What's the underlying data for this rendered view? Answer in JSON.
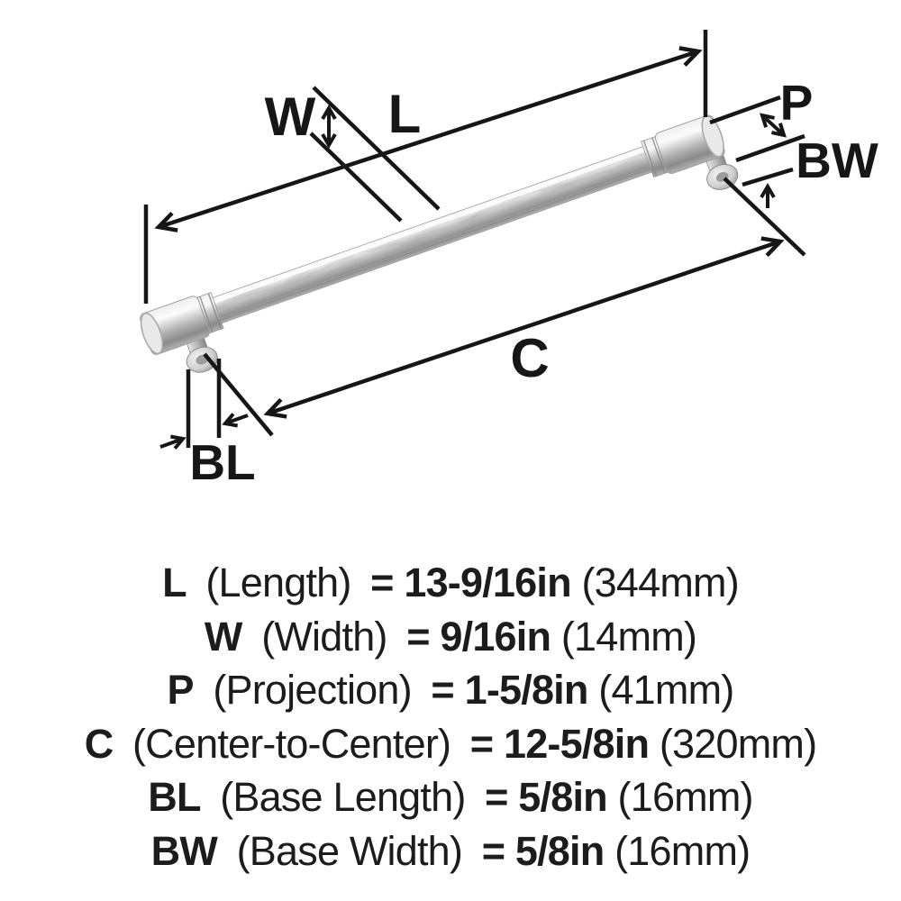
{
  "diagram": {
    "labels": {
      "w": "W",
      "l": "L",
      "p": "P",
      "bw": "BW",
      "c": "C",
      "bl": "BL"
    }
  },
  "specs": {
    "rows": [
      {
        "abbr": "L",
        "desc": "(Length)",
        "value": "= 13-9/16in",
        "mm": "(344mm)"
      },
      {
        "abbr": "W",
        "desc": "(Width)",
        "value": "= 9/16in",
        "mm": "(14mm)"
      },
      {
        "abbr": "P",
        "desc": "(Projection)",
        "value": "= 1-5/8in",
        "mm": "(41mm)"
      },
      {
        "abbr": "C",
        "desc": "(Center-to-Center)",
        "value": "= 12-5/8in",
        "mm": "(320mm)"
      },
      {
        "abbr": "BL",
        "desc": "(Base Length)",
        "value": "= 5/8in",
        "mm": "(16mm)"
      },
      {
        "abbr": "BW",
        "desc": "(Base Width)",
        "value": "= 5/8in",
        "mm": "(16mm)"
      }
    ]
  },
  "colors": {
    "background": "#ffffff",
    "line": "#161616",
    "text": "#1c1c1c",
    "metal_light": "#f6f6f6",
    "metal_mid": "#bdbdbd",
    "metal_dark": "#808080"
  }
}
